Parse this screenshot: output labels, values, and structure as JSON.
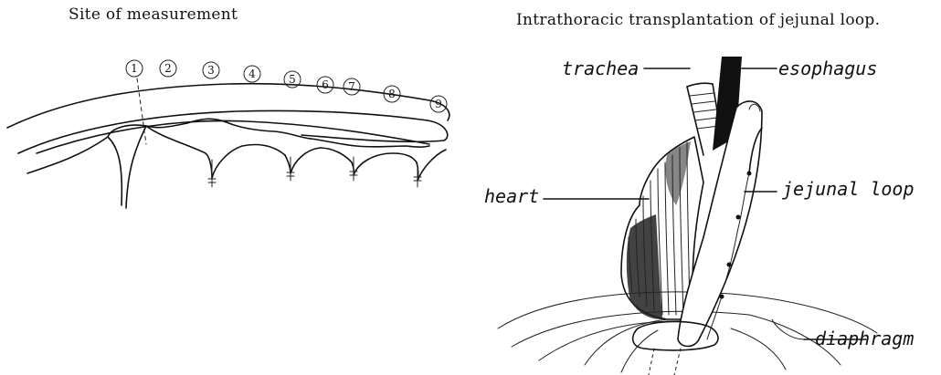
{
  "left_panel": {
    "caption": "Site of measurement",
    "site_numbers": [
      "1",
      "2",
      "3",
      "4",
      "5",
      "6",
      "7",
      "8",
      "9"
    ]
  },
  "right_panel": {
    "caption": "Intrathoracic transplantation of jejunal loop.",
    "labels": {
      "trachea": "trachea",
      "esophagus": "esophagus",
      "heart": "heart",
      "jejunal_loop": "jejunal loop",
      "diaphragm": "diaphragm"
    }
  }
}
